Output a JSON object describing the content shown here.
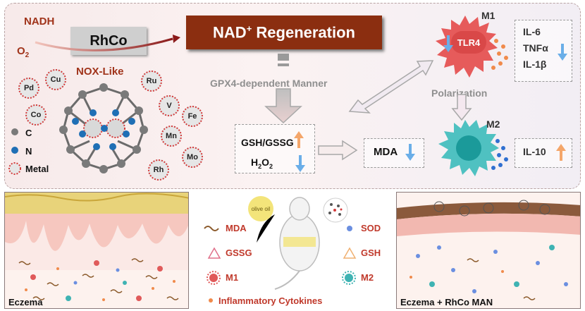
{
  "top": {
    "nadh": "NADH",
    "o2": "O",
    "o2_sub": "2",
    "rhco": "RhCo",
    "nad_regen": "NAD",
    "nad_sup": "+",
    "nad_regen_rest": " Regeneration",
    "nox_like": "NOX-Like",
    "gpx4": "GPX4-dependent Manner",
    "polarization": "Polarization",
    "gsh_gssg": "GSH/GSSG",
    "h2o2": "H",
    "h2o2_sub1": "2",
    "h2o2_mid": "O",
    "h2o2_sub2": "2",
    "mda": "MDA",
    "tlr4": "TLR4",
    "m1": "M1",
    "m2": "M2",
    "il6": "IL-6",
    "tnfa": "TNFα",
    "il1b": "IL-1β",
    "il10": "IL-10",
    "metals": [
      "Pd",
      "Cu",
      "Ru",
      "V",
      "Fe",
      "Co",
      "Mn",
      "Mo",
      "Rh"
    ],
    "key_c": "C",
    "key_n": "N",
    "key_metal": "Metal"
  },
  "bottom": {
    "left_caption": "Eczema",
    "right_caption": "Eczema + RhCo MAN",
    "olive_oil": "olive oil",
    "legend": {
      "mda": "MDA",
      "sod": "SOD",
      "gssg": "GSSG",
      "gsh": "GSH",
      "m1": "M1",
      "m2": "M2",
      "cytokines": "Inflammatory Cytokines"
    }
  },
  "colors": {
    "nad_box": "#8b2e10",
    "arrow_up": "#f4a66a",
    "arrow_down": "#6aaee8",
    "m1_cell": "#e65b5b",
    "m2_cell": "#4fc1c1",
    "legend_text": "#c0392b"
  }
}
